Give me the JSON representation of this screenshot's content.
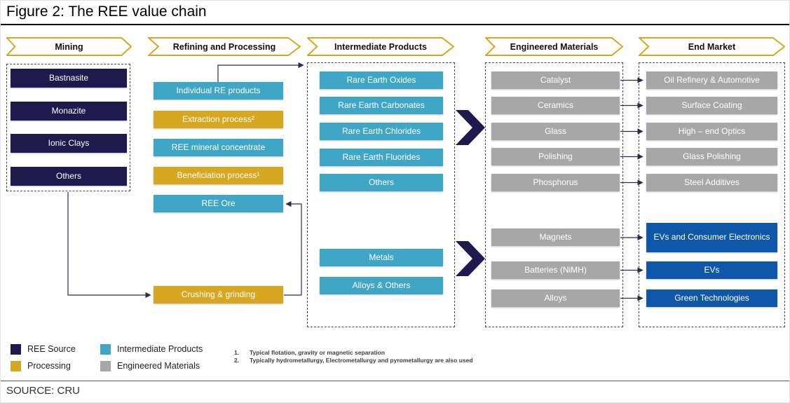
{
  "title": "Figure 2: The REE value chain",
  "source": "SOURCE: CRU",
  "headers": [
    "Mining",
    "Refining and Processing",
    "Intermediate Products",
    "Engineered Materials",
    "End Market"
  ],
  "mining": {
    "items": [
      "Bastnasite",
      "Monazite",
      "Ionic Clays",
      "Others"
    ]
  },
  "refining": {
    "items": [
      {
        "label": "Individual RE products",
        "type": "intermediate"
      },
      {
        "label": "Extraction process²",
        "type": "processing"
      },
      {
        "label": "REE mineral concentrate",
        "type": "intermediate"
      },
      {
        "label": "Beneficiation process¹",
        "type": "processing"
      },
      {
        "label": "REE Ore",
        "type": "intermediate"
      },
      {
        "label": "Crushing & grinding",
        "type": "processing"
      }
    ]
  },
  "intermediate": {
    "upper": [
      "Rare Earth Oxides",
      "Rare Earth Carbonates",
      "Rare Earth Chlorides",
      "Rare Earth Fluorides",
      "Others"
    ],
    "lower": [
      "Metals",
      "Alloys & Others"
    ]
  },
  "engineered": {
    "upper": [
      "Catalyst",
      "Ceramics",
      "Glass",
      "Polishing",
      "Phosphorus"
    ],
    "lower": [
      "Magnets",
      "Batteries (NiMH)",
      "Alloys"
    ]
  },
  "end_market": {
    "upper": [
      "Oil Refinery & Automotive",
      "Surface Coating",
      "High – end Optics",
      "Glass Polishing",
      "Steel Additives"
    ],
    "lower": [
      "EVs and Consumer Electronics",
      "EVs",
      "Green Technologies"
    ]
  },
  "legend": [
    {
      "label": "REE Source",
      "color": "#1e1a4d"
    },
    {
      "label": "Processing",
      "color": "#d7a722"
    },
    {
      "label": "Intermediate Products",
      "color": "#3fa6c6"
    },
    {
      "label": "Engineered Materials",
      "color": "#a7a7a7"
    }
  ],
  "footnotes": [
    {
      "num": "1.",
      "text": "Typical flotation, gravity or magnetic separation"
    },
    {
      "num": "2.",
      "text": "Typically hydrometallurgy, Electrometallurgy and pyrometallurgy are also used"
    }
  ],
  "colors": {
    "ree_source": "#1e1a4d",
    "processing": "#d7a722",
    "intermediate_products": "#3fa6c6",
    "engineered_materials": "#a7a7a7",
    "end_market_highlight": "#0f57a8",
    "header_outline": "#d7a722",
    "flow_arrow": "#1e1a4d"
  }
}
